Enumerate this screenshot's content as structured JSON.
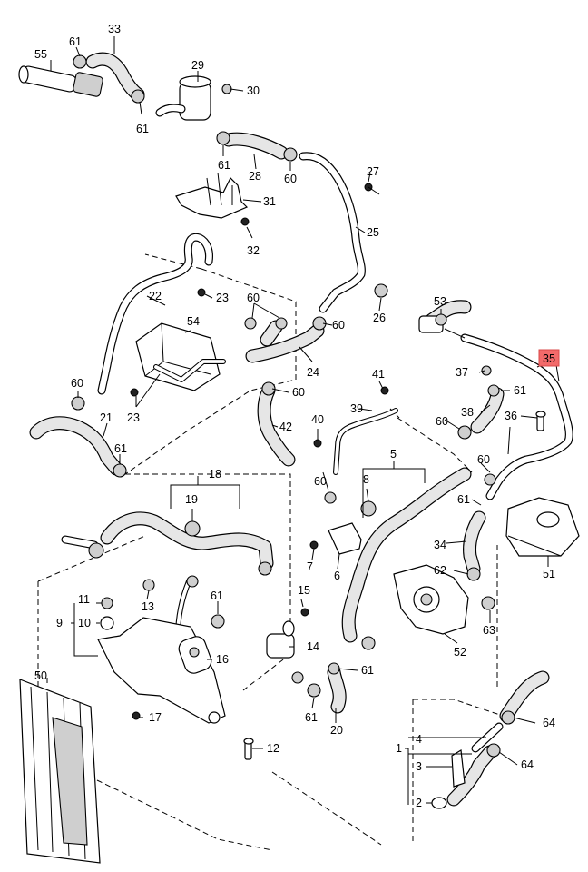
{
  "diagram": {
    "highlighted_callout": "35",
    "highlight_color": "#f26a6a",
    "callouts": {
      "c1": "1",
      "c2": "2",
      "c3": "3",
      "c4": "4",
      "c5": "5",
      "c6": "6",
      "c7": "7",
      "c8": "8",
      "c9": "9",
      "c10": "10",
      "c11": "11",
      "c12": "12",
      "c13": "13",
      "c14": "14",
      "c15": "15",
      "c16": "16",
      "c17": "17",
      "c18": "18",
      "c19": "19",
      "c20": "20",
      "c21": "21",
      "c22": "22",
      "c23a": "23",
      "c23b": "23",
      "c24": "24",
      "c25": "25",
      "c26": "26",
      "c27": "27",
      "c28": "28",
      "c29": "29",
      "c30": "30",
      "c31": "31",
      "c32": "32",
      "c33": "33",
      "c34": "34",
      "c35": "35",
      "c36": "36",
      "c37": "37",
      "c38": "38",
      "c39": "39",
      "c40": "40",
      "c41": "41",
      "c42": "42",
      "c50": "50",
      "c51": "51",
      "c52": "52",
      "c53": "53",
      "c54": "54",
      "c55": "55",
      "c60a": "60",
      "c60b": "60",
      "c60c": "60",
      "c60d": "60",
      "c60e": "60",
      "c60f": "60",
      "c60g": "60",
      "c60h": "60",
      "c61a": "61",
      "c61b": "61",
      "c61c": "61",
      "c61d": "61",
      "c61e": "61",
      "c61f": "61",
      "c61g": "61",
      "c61h": "61",
      "c61i": "61",
      "c62": "62",
      "c63": "63",
      "c64a": "64",
      "c64b": "64"
    }
  }
}
